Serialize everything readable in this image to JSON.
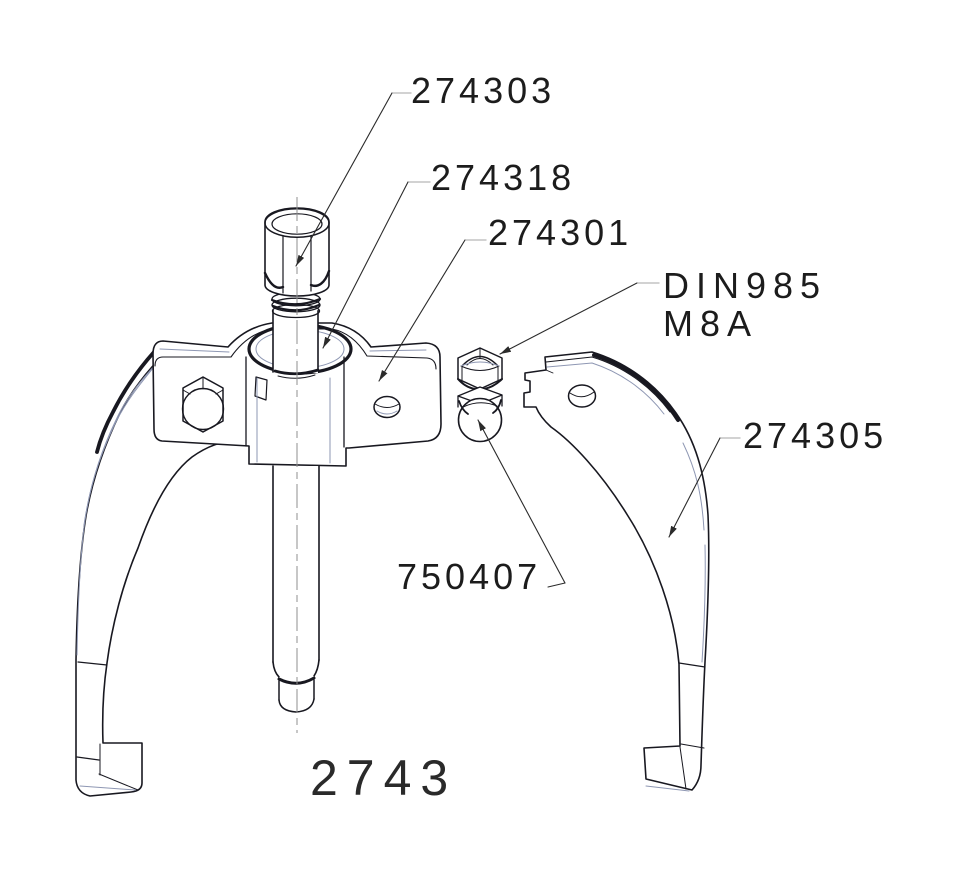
{
  "drawing": {
    "model_number": "2743",
    "callouts": {
      "spindle_head": "274303",
      "spindle": "274318",
      "body": "274301",
      "nut_spec_line1": "DIN985",
      "nut_spec_line2": "M8A",
      "arm": "274305",
      "bolt": "750407"
    }
  },
  "colors": {
    "line": "#181820",
    "thin_line": "#8e97b3",
    "leader": "#2b2b2b",
    "tick": "#b8b8b8",
    "centerline": "#8f8f8f",
    "text": "#1c1c1c",
    "background": "#ffffff"
  }
}
